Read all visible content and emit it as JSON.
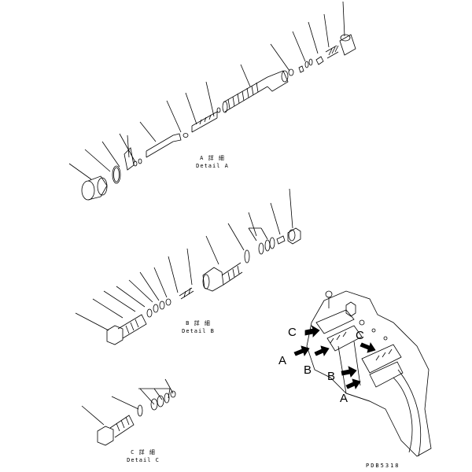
{
  "details": [
    {
      "id": "A",
      "title": "A 詳 細",
      "subtitle": "Detail A"
    },
    {
      "id": "B",
      "title": "B 詳 細",
      "subtitle": "Detail B"
    },
    {
      "id": "C",
      "title": "C 詳 細",
      "subtitle": "Detail C"
    }
  ],
  "callouts": {
    "c1": "C",
    "a1": "A",
    "b1": "B",
    "c2": "C",
    "b2": "B",
    "a2": "A"
  },
  "drawing_code": "PDB5318"
}
